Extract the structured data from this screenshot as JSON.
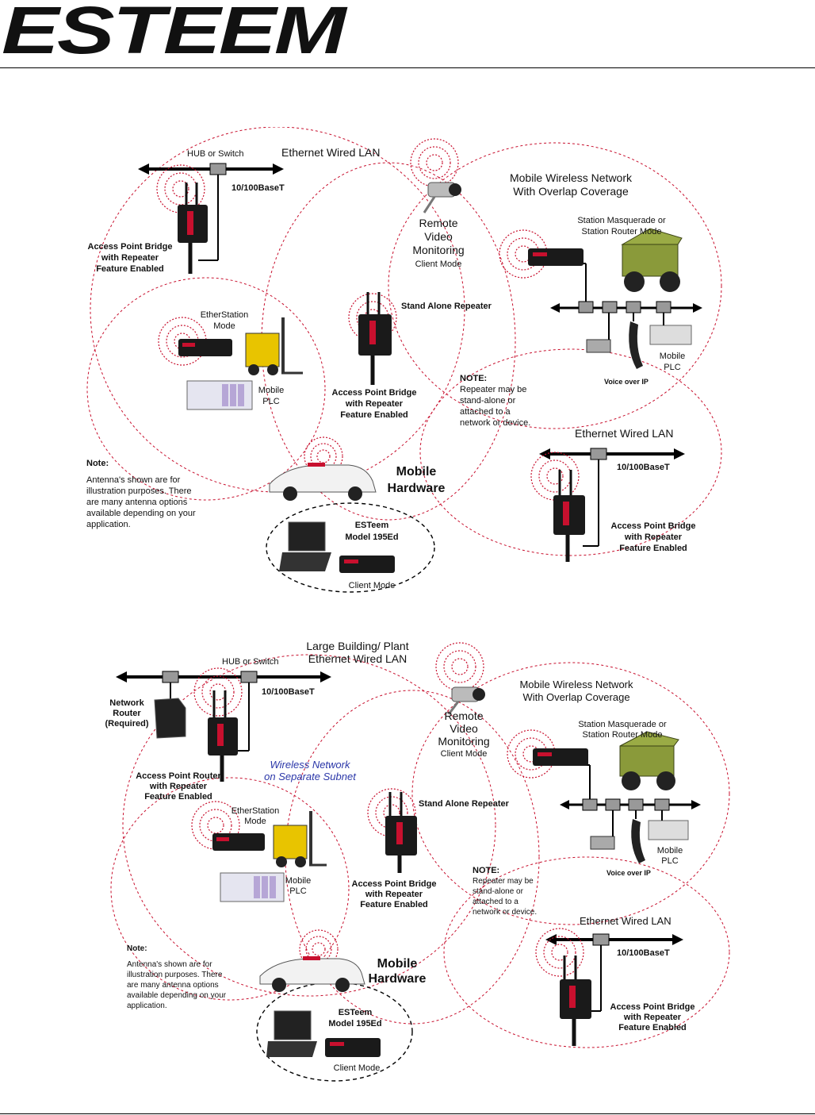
{
  "brand": {
    "name": "ESTEEM",
    "color": "#e4121b"
  },
  "colors": {
    "ring": "#c8102e",
    "ellipse": "#c8102e",
    "cable": "#000000",
    "device": "#1a1a1a"
  },
  "diagram_top": {
    "hub_label": "HUB or Switch",
    "lan_label": "Ethernet Wired LAN",
    "basetx_label": "10/100BaseT",
    "ap_bridge_label": [
      "Access Point Bridge",
      "with Repeater",
      "Feature Enabled"
    ],
    "etherstation_label": [
      "EtherStation",
      "Mode"
    ],
    "mobile_plc_label": [
      "Mobile",
      "PLC"
    ],
    "remote_video_label": [
      "Remote",
      "Video",
      "Monitoring"
    ],
    "client_mode_label": "Client Mode",
    "mobile_net_label": [
      "Mobile Wireless Network",
      "With Overlap Coverage"
    ],
    "masquerade_label": [
      "Station Masquerade or",
      "Station Router Mode"
    ],
    "standalone_label": "Stand Alone Repeater",
    "center_ap_label": [
      "Access Point Bridge",
      "with Repeater",
      "Feature Enabled"
    ],
    "note_repeater": [
      "NOTE:",
      "Repeater may be",
      "stand-alone or",
      "attached to a",
      "network or device."
    ],
    "voice_label": "Voice over IP",
    "plc2_label": [
      "Mobile",
      "PLC"
    ],
    "lan2_label": "Ethernet Wired LAN",
    "basetx2_label": "10/100BaseT",
    "ap_right_label": [
      "Access Point Bridge",
      "with Repeater",
      "Feature Enabled"
    ],
    "mobile_hw_label": [
      "Mobile",
      "Hardware"
    ],
    "note_antenna": [
      "Note:",
      "Antenna's shown are for",
      "illustration purposes.  There",
      "are many antenna options",
      "available depending on your",
      "application."
    ],
    "model_label": [
      "ESTeem",
      "Model 195Ed"
    ],
    "client_mode2_label": "Client Mode"
  },
  "diagram_bottom": {
    "hub_label": "HUB or Switch",
    "lan_label": [
      "Large Building/ Plant",
      "Ethernet Wired LAN"
    ],
    "basetx_label": "10/100BaseT",
    "router_label": [
      "Network",
      "Router",
      "(Required)"
    ],
    "ap_router_label": [
      "Access Point Router",
      "with Repeater",
      "Feature Enabled"
    ],
    "subnet_label": [
      "Wireless Network",
      "on Separate Subnet"
    ],
    "etherstation_label": [
      "EtherStation",
      "Mode"
    ],
    "mobile_plc_label": [
      "Mobile",
      "PLC"
    ],
    "remote_video_label": [
      "Remote",
      "Video",
      "Monitoring"
    ],
    "client_mode_label": "Client Mode",
    "mobile_net_label": [
      "Mobile Wireless Network",
      "With Overlap Coverage"
    ],
    "masquerade_label": [
      "Station Masquerade or",
      "Station Router Mode"
    ],
    "standalone_label": "Stand Alone Repeater",
    "center_ap_label": [
      "Access Point Bridge",
      "with Repeater",
      "Feature Enabled"
    ],
    "note_repeater": [
      "NOTE:",
      "Repeater may be",
      "stand-alone or",
      "attached to a",
      "network or device."
    ],
    "voice_label": "Voice over IP",
    "plc2_label": [
      "Mobile",
      "PLC"
    ],
    "lan2_label": "Ethernet Wired LAN",
    "basetx2_label": "10/100BaseT",
    "ap_right_label": [
      "Access Point Bridge",
      "with Repeater",
      "Feature Enabled"
    ],
    "mobile_hw_label": [
      "Mobile",
      "Hardware"
    ],
    "note_antenna": [
      "Note:",
      "Antenna's shown are for",
      "illustration purposes.  There",
      "are many antenna options",
      "available depending on your",
      "application."
    ],
    "model_label": [
      "ESTeem",
      "Model 195Ed"
    ],
    "client_mode2_label": "Client Mode"
  }
}
